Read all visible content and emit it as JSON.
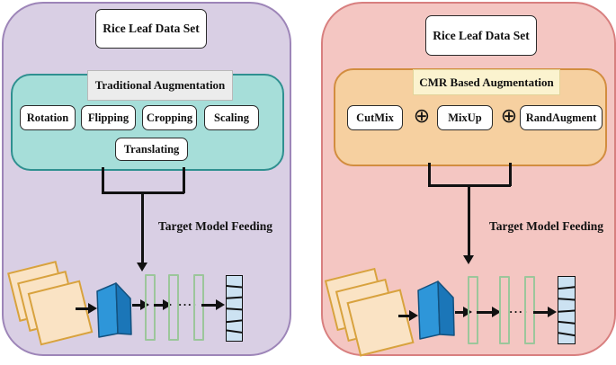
{
  "figure": {
    "left_panel": {
      "dataset_label": "Rice Leaf Data Set",
      "augmentation_title": "Traditional Augmentation",
      "methods": [
        "Rotation",
        "Flipping",
        "Cropping",
        "Scaling",
        "Translating"
      ],
      "feed_label": "Target Model Feeding",
      "colors": {
        "panel_bg": "#d9cfe4",
        "panel_border": "#9d85b8",
        "aug_box_bg": "#a6ded9",
        "aug_box_border": "#2f9090",
        "title_bg": "#ececec"
      }
    },
    "right_panel": {
      "dataset_label": "Rice Leaf Data Set",
      "augmentation_title": "CMR Based Augmentation",
      "methods": [
        "CutMix",
        "MixUp",
        "RandAugment"
      ],
      "combine_operator": "⊕",
      "feed_label": "Target Model Feeding",
      "colors": {
        "panel_bg": "#f4c6c2",
        "panel_border": "#d87f7f",
        "aug_box_bg": "#f6d0a0",
        "aug_box_border": "#d28d3f",
        "title_bg": "#fbf3cf"
      }
    },
    "pipeline": {
      "dots": "····",
      "colors": {
        "image_fill": "#fae3c4",
        "image_border": "#d8a23e",
        "cube_front": "#2e96d9",
        "cube_side": "#1b76b8",
        "layer_border": "#9cc69b",
        "output_fill": "#cce2f2",
        "line": "#111111"
      }
    }
  }
}
